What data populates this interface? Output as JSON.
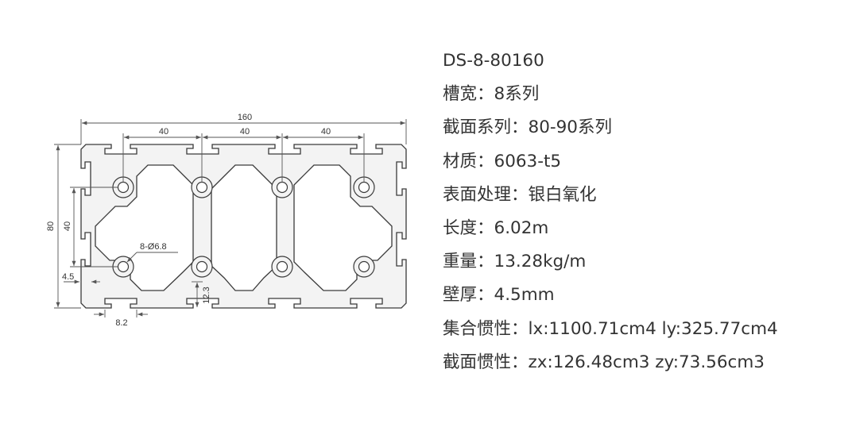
{
  "drawing": {
    "dim_overall_width": "160",
    "dim_pitch_1": "40",
    "dim_pitch_2": "40",
    "dim_pitch_3": "40",
    "dim_overall_height": "80",
    "dim_inner_height": "40",
    "dim_holes": "8-Ø6.8",
    "dim_wall": "4.5",
    "dim_slot_width": "8.2",
    "dim_slot_depth": "12.3",
    "colors": {
      "fill": "#f3f3f3",
      "outline": "#3a3a3a",
      "dim": "#555555"
    }
  },
  "specs": [
    {
      "label": "",
      "value": "DS-8-80160"
    },
    {
      "label": "槽宽：",
      "value": "8系列"
    },
    {
      "label": "截面系列：",
      "value": "80-90系列"
    },
    {
      "label": "材质：",
      "value": "6063-t5"
    },
    {
      "label": "表面处理：",
      "value": "银白氧化"
    },
    {
      "label": "长度：",
      "value": "6.02m"
    },
    {
      "label": "重量：",
      "value": "13.28kg/m"
    },
    {
      "label": "壁厚：",
      "value": "4.5mm"
    },
    {
      "label": "集合惯性：",
      "value": "lx:1100.71cm4 ly:325.77cm4"
    },
    {
      "label": "截面惯性：",
      "value": "zx:126.48cm3 zy:73.56cm3"
    }
  ]
}
